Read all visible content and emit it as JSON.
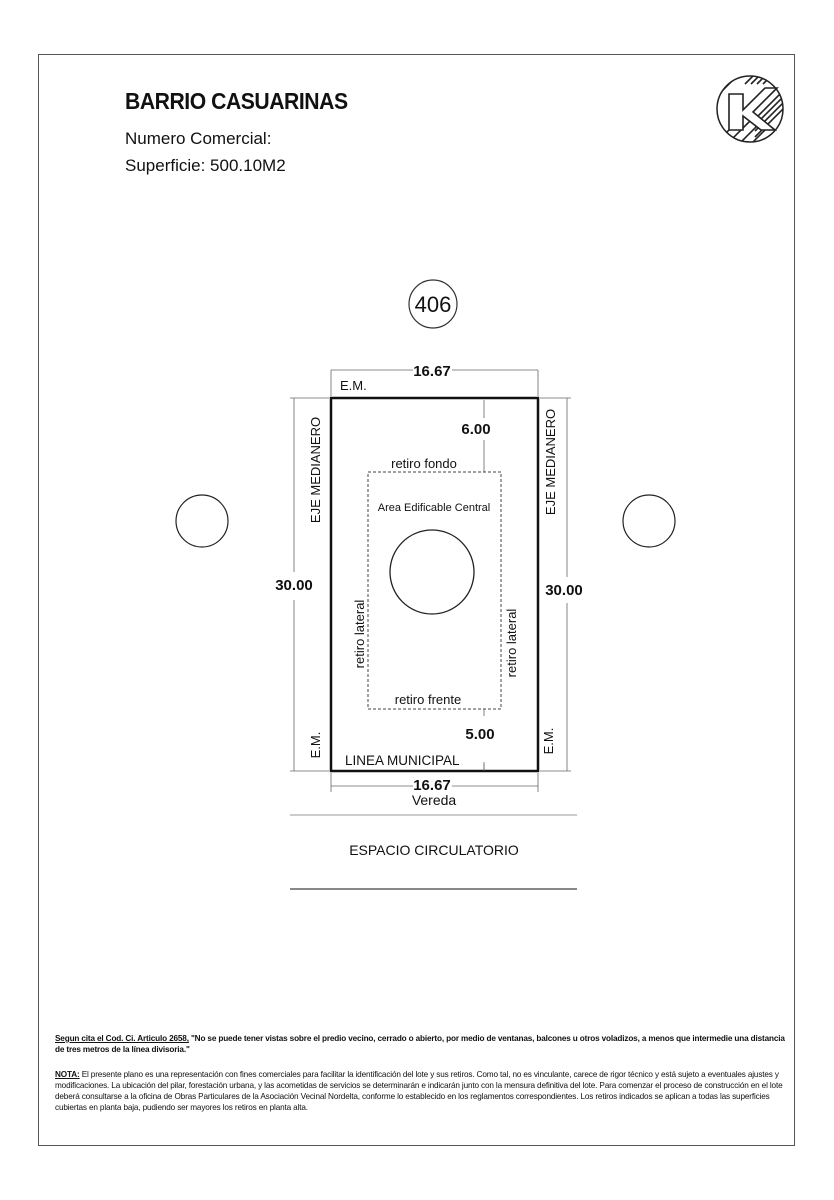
{
  "header": {
    "title": "BARRIO CASUARINAS",
    "numero_label": "Numero Comercial:",
    "superficie": "Superficie: 500.10M2"
  },
  "logo": {
    "icon": "company-logo-icon"
  },
  "lot": {
    "number": "406",
    "top_dimension": "16.67",
    "bottom_dimension": "16.67",
    "left_dimension": "30.00",
    "right_dimension": "30.00",
    "setback_back": "6.00",
    "setback_front": "5.00",
    "em_top_left": "E.M.",
    "em_bottom_left": "E.M.",
    "em_bottom_right": "E.M.",
    "eje_left": "EJE MEDIANERO",
    "eje_right": "EJE MEDIANERO",
    "retiro_fondo": "retiro fondo",
    "retiro_frente": "retiro frente",
    "retiro_lateral_left": "retiro lateral",
    "retiro_lateral_right": "retiro lateral",
    "area_label": "Area Edificable Central",
    "linea_municipal": "LINEA MUNICIPAL",
    "vereda": "Vereda",
    "espacio": "ESPACIO CIRCULATORIO"
  },
  "notes": {
    "cite_label": "Segun cita el Cod. Ci. Articulo 2658,",
    "cite_text": " \"No se puede tener vistas sobre el predio vecino, cerrado o abierto, por medio de ventanas, balcones u otros voladizos, a menos que intermedie una distancia de tres metros de la línea divisoria.\"",
    "nota_label": "NOTA:",
    "nota_text": " El presente plano es una representación con fines comerciales para facilitar la identificación del lote y sus retiros. Como tal, no es vinculante, carece de rigor técnico y está sujeto a eventuales ajustes y modificaciones. La ubicación del pilar, forestación urbana, y las acometidas de servicios se determinarán e indicarán junto con la mensura definitiva del lote. Para comenzar el proceso de construcción en el lote deberá consultarse a la oficina de Obras Particulares de la Asociación Vecinal Nordelta, conforme lo establecido en los reglamentos correspondientes. Los retiros indicados se aplican a todas las superficies cubiertas en planta baja, pudiendo ser mayores los retiros en planta alta."
  }
}
